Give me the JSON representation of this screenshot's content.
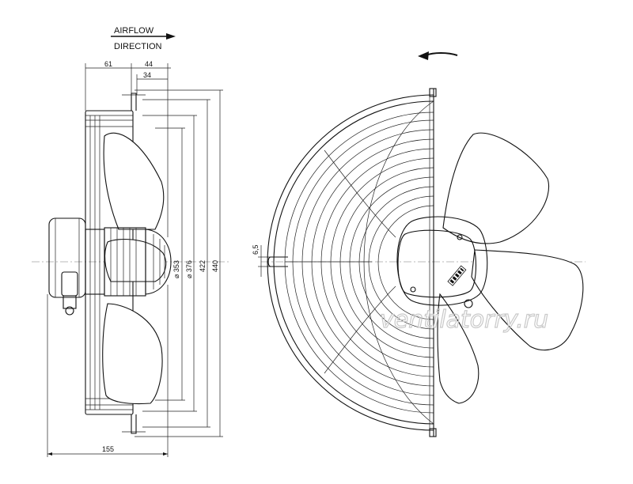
{
  "airflow": {
    "line1": "AIRFLOW",
    "line2": "DIRECTION"
  },
  "dimensions": {
    "d61": "61",
    "d44": "44",
    "d34": "34",
    "d155": "155",
    "d353": "⌀ 353",
    "d376": "⌀ 376",
    "d422": "422",
    "d440": "440",
    "d6_5": "6,5"
  },
  "watermark": "ventilatorry.ru",
  "rotation_arrow": "counter-clockwise",
  "colors": {
    "ink": "#111111",
    "watermark": "#c9c9c9"
  }
}
